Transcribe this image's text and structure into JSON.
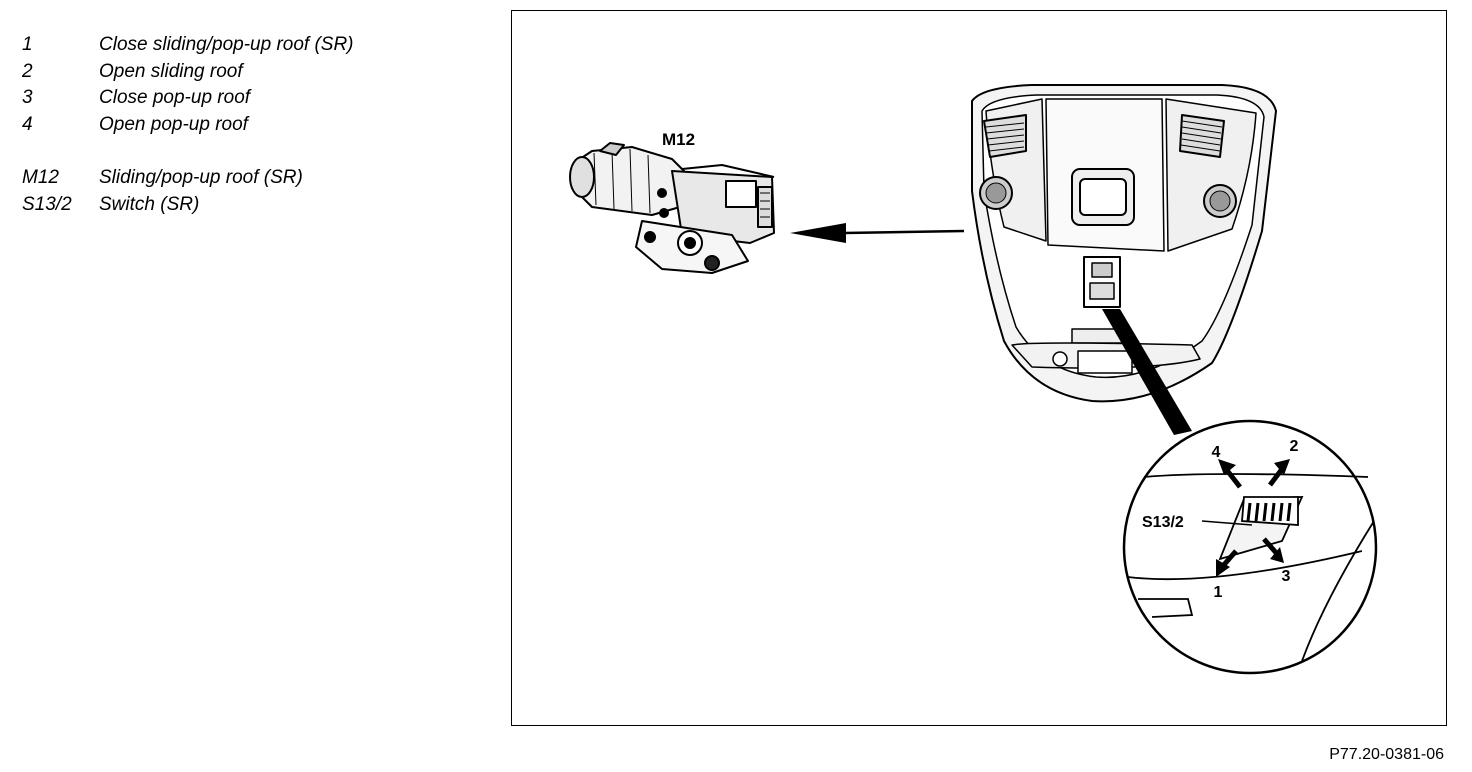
{
  "legend": {
    "items": [
      {
        "key": "1",
        "text": "Close sliding/pop-up roof (SR)"
      },
      {
        "key": "2",
        "text": "Open sliding roof"
      },
      {
        "key": "3",
        "text": "Close pop-up roof"
      },
      {
        "key": "4",
        "text": "Open pop-up roof"
      }
    ],
    "components": [
      {
        "key": "M12",
        "text": "Sliding/pop-up roof (SR)"
      },
      {
        "key": "S13/2",
        "text": "Switch (SR)"
      }
    ]
  },
  "diagram": {
    "motor_label": "M12",
    "switch_label": "S13/2",
    "arrow_labels": {
      "one": "1",
      "two": "2",
      "three": "3",
      "four": "4"
    }
  },
  "figure_id": "P77.20-0381-06"
}
